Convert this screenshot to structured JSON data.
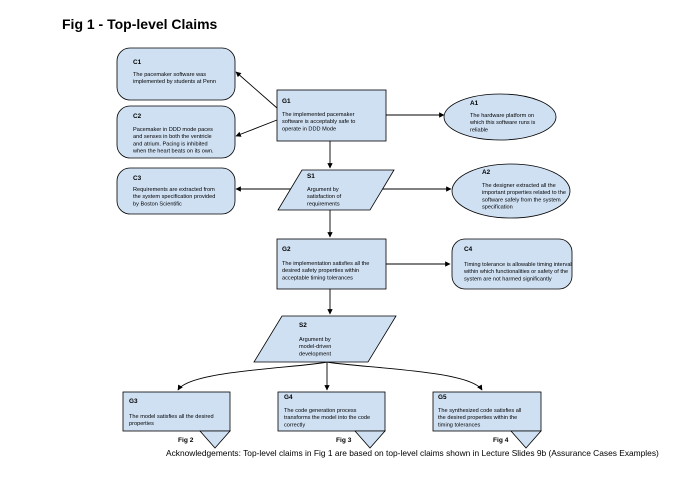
{
  "title": "Fig 1 - Top-level Claims",
  "footer": "Acknowledgements: Top-level claims in Fig 1 are based on top-level claims shown in Lecture Slides 9b (Assurance Cases Examples)",
  "colors": {
    "fill": "#cfe0f3",
    "stroke": "#000000"
  },
  "nodes": {
    "C1": {
      "id": "C1",
      "lines": [
        "The pacemaker software was",
        "implemented by students at Penn"
      ]
    },
    "C2": {
      "id": "C2",
      "lines": [
        "Pacemaker in DDD mode paces",
        "and senses in both the ventricle",
        "and atrium. Pacing is inhibited",
        "when the heart beats on its own."
      ]
    },
    "C3": {
      "id": "C3",
      "lines": [
        "Requirements are extracted from",
        "the system specification provided",
        "by Boston Scientific"
      ]
    },
    "C4": {
      "id": "C4",
      "lines": [
        "Timing tolerance is allowable timing interval",
        "within which functionalities or safety of the",
        "system are not harmed significantly"
      ]
    },
    "G1": {
      "id": "G1",
      "lines": [
        "The implemented pacemaker",
        "software is acceptably safe to",
        "operate in DDD Mode"
      ]
    },
    "A1": {
      "id": "A1",
      "lines": [
        "The hardware platform on",
        "which this software runs is",
        "reliable"
      ]
    },
    "S1": {
      "id": "S1",
      "lines": [
        "Argument by",
        "satisfaction of",
        "requirements"
      ]
    },
    "A2": {
      "id": "A2",
      "lines": [
        "The designer extracted all the",
        "important properties related to the",
        "software safely from the system",
        "specification"
      ]
    },
    "G2": {
      "id": "G2",
      "lines": [
        "The implementation satisfies all the",
        "desired safety properties within",
        "acceptable timing tolerances"
      ]
    },
    "S2": {
      "id": "S2",
      "lines": [
        "Argument by",
        "model-driven",
        "development"
      ]
    },
    "G3": {
      "id": "G3",
      "lines": [
        "The model satisfies all the desired",
        "properties"
      ]
    },
    "G4": {
      "id": "G4",
      "lines": [
        "The code generation process",
        "transforms the model into the code",
        "correctly"
      ]
    },
    "G5": {
      "id": "G5",
      "lines": [
        "The synthesized code satisfies all",
        "the desired properties within the",
        "timing tolerances"
      ]
    }
  },
  "fig_labels": {
    "G3": "Fig 2",
    "G4": "Fig 3",
    "G5": "Fig 4"
  }
}
